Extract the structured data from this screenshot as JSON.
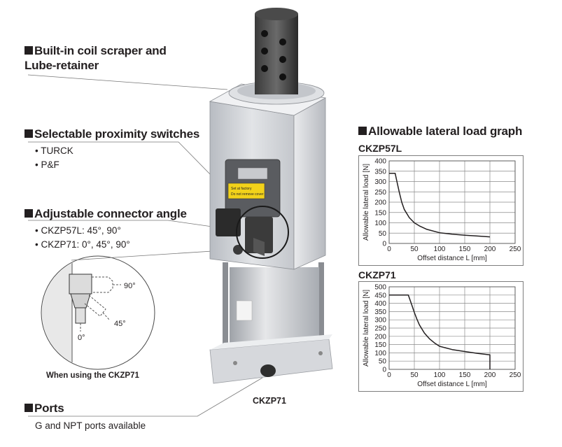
{
  "features": {
    "scraper": {
      "line1": "Built-in coil scraper and",
      "line2": "Lube-retainer"
    },
    "switches": {
      "title": "Selectable proximity switches",
      "items": [
        "• TURCK",
        "• P&F"
      ]
    },
    "connector": {
      "title": "Adjustable connector angle",
      "items": [
        "• CKZP57L: 45°, 90°",
        "• CKZP71: 0°, 45°, 90°"
      ]
    },
    "ports": {
      "title": "Ports",
      "text": "G and NPT ports available"
    }
  },
  "inset": {
    "angles": [
      "90°",
      "45°",
      "0°"
    ],
    "caption": "When using the CKZP71"
  },
  "product_label": "CKZP71",
  "product_markings": {
    "plate1": "Set at factory",
    "plate2": "Do not remove cover"
  },
  "graph_section_title": "Allowable lateral load graph",
  "colors": {
    "curve": "#231f20",
    "grid": "#8a8a8a",
    "frame": "#7d7d7d",
    "body": "#c9ccd0"
  },
  "chart_data": [
    {
      "type": "line",
      "title": "CKZP57L",
      "xlabel": "Offset distance  L [mm]",
      "ylabel": "Allowable lateral load [N]",
      "xlim": [
        0,
        250
      ],
      "ylim": [
        0,
        400
      ],
      "xticks": [
        0,
        50,
        100,
        150,
        200,
        250
      ],
      "yticks": [
        0,
        50,
        100,
        150,
        200,
        250,
        300,
        350,
        400
      ],
      "grid": true,
      "series": [
        {
          "x": [
            0,
            12,
            15,
            20,
            25,
            30,
            40,
            50,
            60,
            75,
            100,
            125,
            150,
            175,
            200
          ],
          "y": [
            340,
            340,
            305,
            250,
            200,
            165,
            125,
            100,
            85,
            68,
            52,
            45,
            40,
            36,
            32
          ]
        }
      ]
    },
    {
      "type": "line",
      "title": "CKZP71",
      "xlabel": "Offset distance  L [mm]",
      "ylabel": "Allowable lateral load [N]",
      "xlim": [
        0,
        250
      ],
      "ylim": [
        0,
        500
      ],
      "xticks": [
        0,
        50,
        100,
        150,
        200,
        250
      ],
      "yticks": [
        0,
        50,
        100,
        150,
        200,
        250,
        300,
        350,
        400,
        450,
        500
      ],
      "grid": true,
      "series": [
        {
          "x": [
            0,
            38,
            45,
            50,
            55,
            60,
            70,
            80,
            90,
            100,
            125,
            150,
            175,
            200,
            200
          ],
          "y": [
            450,
            450,
            390,
            345,
            305,
            270,
            220,
            185,
            160,
            140,
            120,
            108,
            97,
            88,
            0
          ]
        }
      ]
    }
  ]
}
